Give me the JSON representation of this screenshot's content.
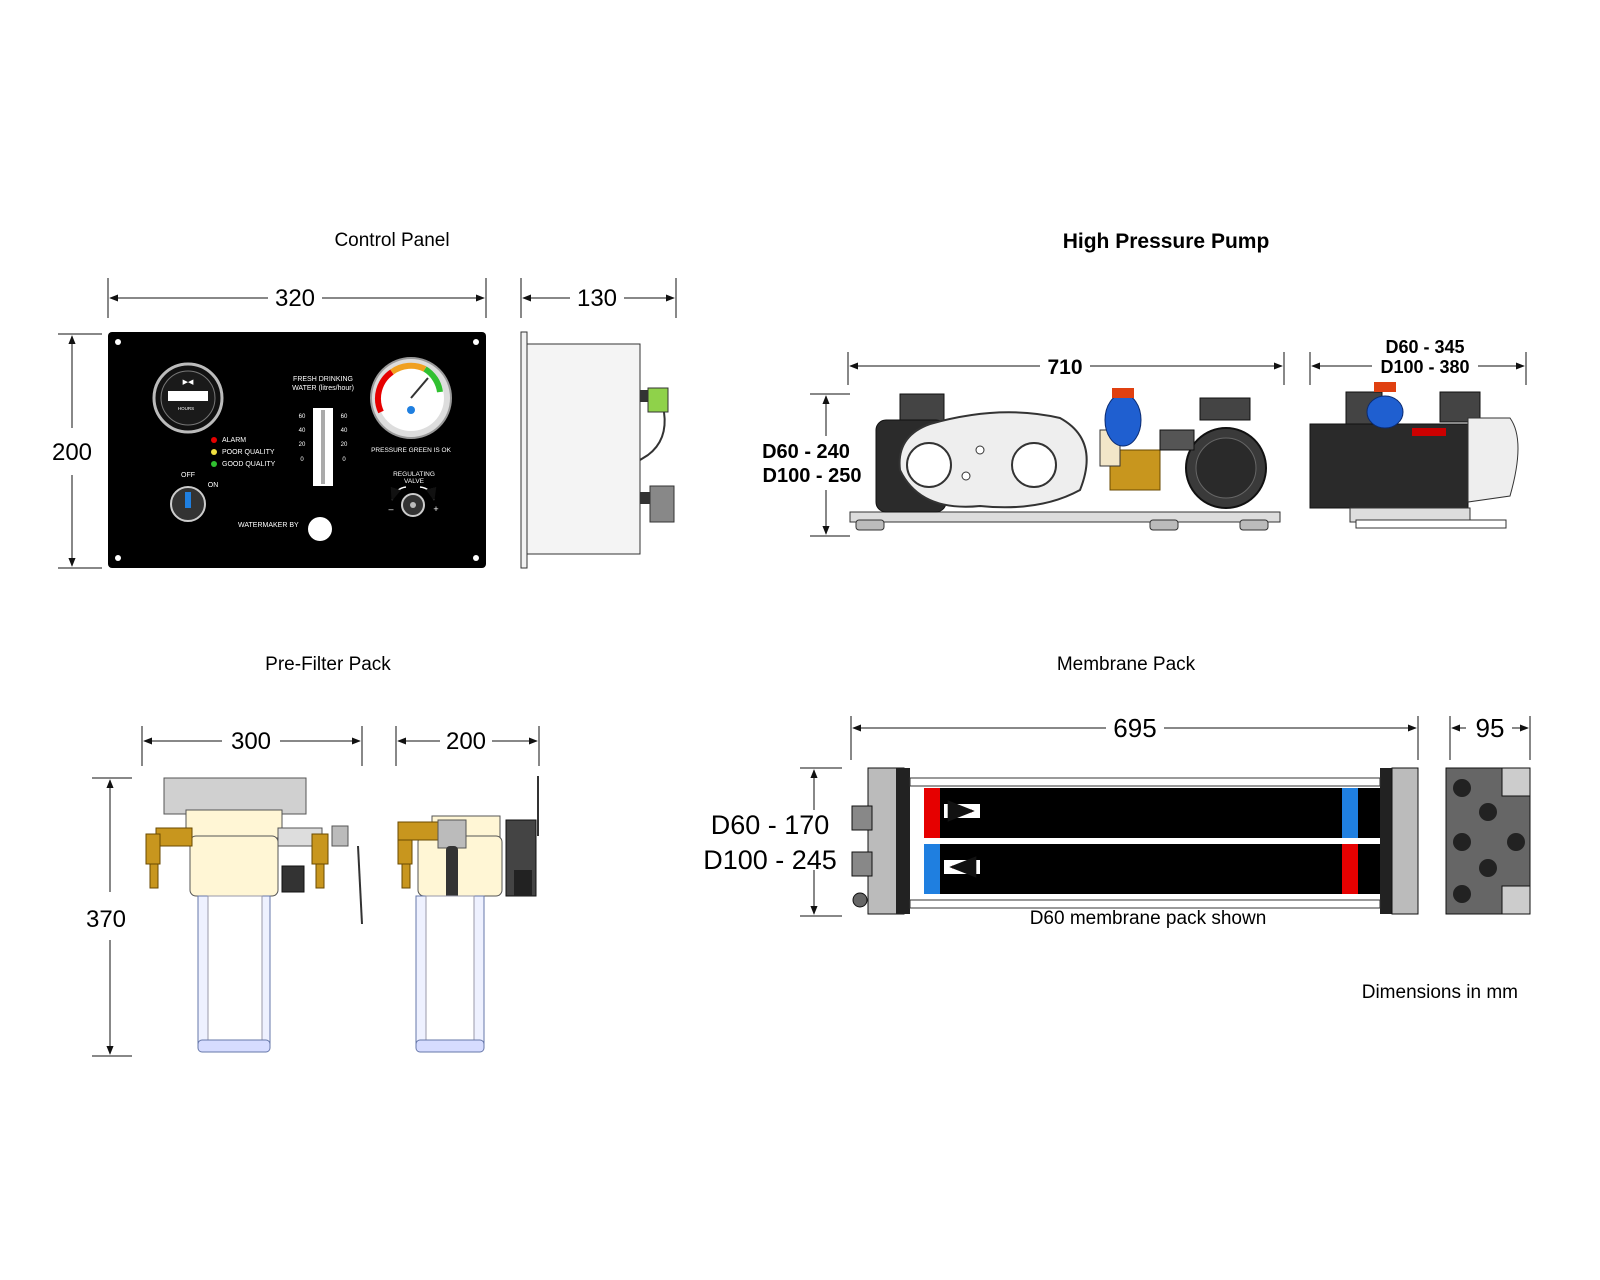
{
  "sections": {
    "control_panel": {
      "title": "Control Panel",
      "width": "320",
      "depth": "130",
      "height": "200",
      "face": {
        "hours_label": "HOURS",
        "drinking_title_1": "FRESH DRINKING",
        "drinking_title_2": "WATER (litres/hour)",
        "scale": [
          "60",
          "40",
          "20",
          "0"
        ],
        "alarm": "ALARM",
        "poor": "POOR QUALITY",
        "good": "GOOD QUALITY",
        "off": "OFF",
        "on": "ON",
        "pressure": "PRESSURE GREEN IS OK",
        "regulating_1": "REGULATING",
        "regulating_2": "VALVE",
        "minus": "–",
        "plus": "+",
        "watermaker": "WATERMAKER BY"
      }
    },
    "pump": {
      "title": "High Pressure Pump",
      "length": "710",
      "height_d60": "D60 - 240",
      "height_d100": "D100 - 250",
      "width_d60": "D60 - 345",
      "width_d100": "D100 - 380"
    },
    "prefilter": {
      "title": "Pre-Filter Pack",
      "width": "300",
      "depth": "200",
      "height": "370"
    },
    "membrane": {
      "title": "Membrane Pack",
      "length": "695",
      "depth": "95",
      "height_d60": "D60  - 170",
      "height_d100": "D100 - 245",
      "caption": "D60 membrane pack shown"
    }
  },
  "footer": "Dimensions in mm",
  "colors": {
    "panel": "#000000",
    "brass": "#c8961e",
    "red": "#e60000",
    "blue": "#1f7fe0",
    "housing": "#fff6d5",
    "bowl": "#e6ecff",
    "grey": "#d9d9d9"
  }
}
